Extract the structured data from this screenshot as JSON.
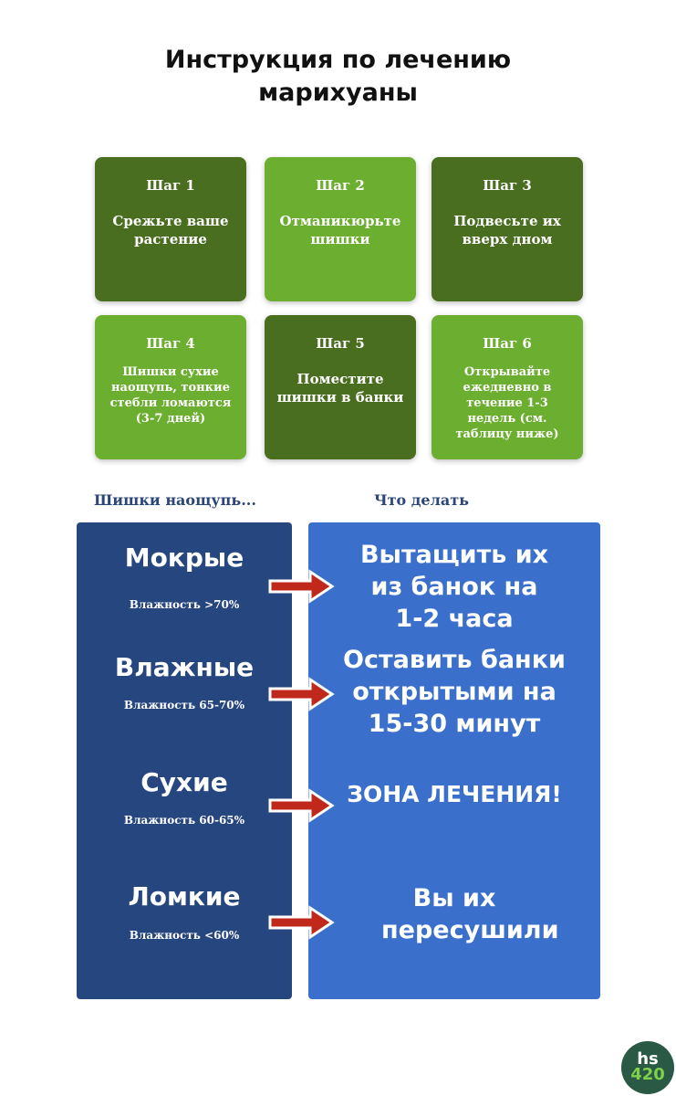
{
  "title_line1": "Инструкция по лечению",
  "title_line2": "марихуаны",
  "steps": [
    {
      "label": "Шаг 1",
      "text": "Срежьте ваше растение"
    },
    {
      "label": "Шаг 2",
      "text": "Отманикюрьте шишки"
    },
    {
      "label": "Шаг 3",
      "text": "Подвесьте их вверх дном"
    },
    {
      "label": "Шаг 4",
      "text": "Шишки сухие наощупь, тонкие стебли ломаются (3-7 дней)"
    },
    {
      "label": "Шаг 5",
      "text": "Поместите шишки в банки"
    },
    {
      "label": "Шаг 6",
      "text": "Открывайте ежедневно в течение 1-3 недель (см. таблицу ниже)"
    }
  ],
  "table": {
    "left_header": "Шишки наощупь...",
    "right_header": "Что делать",
    "rows": [
      {
        "state": "Мокрые",
        "humidity": "Влажность >70%",
        "action": "Вытащить их из банок на 1-2 часа"
      },
      {
        "state": "Влажные",
        "humidity": "Влажность 65-70%",
        "action": "Оставить банки открытыми на 15-30 минут"
      },
      {
        "state": "Сухие",
        "humidity": "Влажность 60-65%",
        "action": "ЗОНА ЛЕЧЕНИЯ!"
      },
      {
        "state": "Ломкие",
        "humidity": "Влажность <60%",
        "action": "Вы их пересушили"
      }
    ]
  },
  "logo": {
    "top": "hs",
    "bottom": "420"
  },
  "colors": {
    "dark_green": "#4a6e20",
    "light_green": "#6cae2f",
    "dark_blue": "#26467f",
    "blue": "#3a6fcb",
    "arrow": "#c0281c"
  }
}
